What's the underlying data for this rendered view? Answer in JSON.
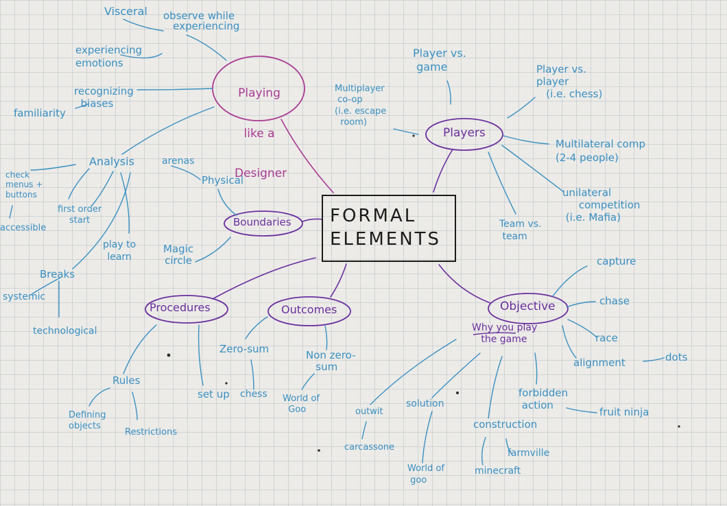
{
  "diagram": {
    "central": {
      "line1": "FORMAL",
      "line2": "ELEMENTS"
    },
    "hubs": {
      "playing": {
        "line1": "Playing",
        "line2": "like a",
        "line3": "Designer"
      },
      "players": "Players",
      "boundaries": "Boundaries",
      "procedures": "Procedures",
      "outcomes": "Outcomes",
      "objective": "Objective"
    },
    "playing_branches": {
      "visceral": "Visceral",
      "observe": "observe while\n   experiencing",
      "experiencing_emotions": "experiencing\nemotions",
      "recognizing_biases": "recognizing\n  biases",
      "familiarity": "familiarity",
      "analysis": "Analysis",
      "check_menus": "check\nmenus +\nbuttons",
      "accessible": "accessible",
      "first_order_start": "first order\nstart",
      "play_to_learn": "play to\nlearn",
      "breaks": "Breaks",
      "systemic": "systemic",
      "technological": "technological"
    },
    "players_branches": {
      "player_vs_game": "Player vs.\n game",
      "player_vs_player": "Player vs.\nplayer\n   (i.e. chess)",
      "multiplayer_coop": "Multiplayer\n co-op\n(i.e. escape\n  room)",
      "multilateral": "Multilateral comp\n(2-4 people)",
      "unilateral": "unilateral\n     competition\n (i.e. Mafia)",
      "team_vs_team": "Team vs.\n team"
    },
    "boundaries_branches": {
      "arenas": "arenas",
      "physical": "Physical",
      "magic_circle": "Magic\ncircle"
    },
    "procedures_branches": {
      "rules": "Rules",
      "defining_objects": "Defining\nobjects",
      "restrictions": "Restrictions",
      "setup": "set up",
      "setup_example": "chess"
    },
    "outcomes_branches": {
      "zero_sum": "Zero-sum",
      "non_zero_sum": "Non zero-\n   sum",
      "world_of_goo": "World of\n  Goo"
    },
    "objective_branches": {
      "why_you_play": "Why you play\n   the game",
      "capture": "capture",
      "chase": "chase",
      "race": "race",
      "alignment": "alignment",
      "alignment_example": "dots",
      "forbidden_action": "forbidden\n action",
      "fruit_ninja": "fruit ninja",
      "outwit": "outwit",
      "carcassone": "carcassone",
      "solution": "solution",
      "world_of_goo": "World of\n goo",
      "construction": "construction",
      "farmville": "farmville",
      "minecraft": "minecraft"
    }
  },
  "colors": {
    "paper": "#ecebe7",
    "grid": "#8c96aa",
    "blue_ink": "#3a8fc2",
    "purple_ink": "#6a2f9e",
    "pink_ink": "#a93a93",
    "black_ink": "#1b1b1b"
  }
}
